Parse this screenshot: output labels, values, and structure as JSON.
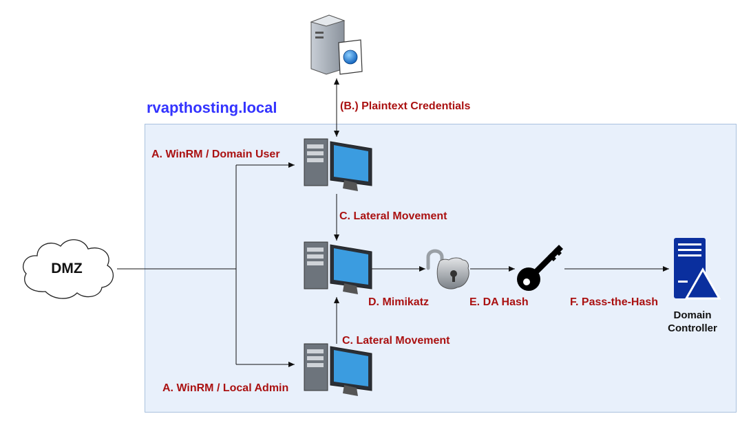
{
  "domain": {
    "title": "rvapthosting.local"
  },
  "nodes": {
    "dmz": {
      "label": "DMZ"
    },
    "domain_controller": {
      "label_line1": "Domain",
      "label_line2": "Controller"
    }
  },
  "edges": {
    "plaintext_credentials": "(B.) Plaintext Credentials",
    "winrm_domain_user": "A. WinRM / Domain User",
    "winrm_local_admin": "A. WinRM / Local Admin",
    "lateral_movement_top": "C. Lateral Movement",
    "lateral_movement_bottom": "C. Lateral Movement",
    "mimikatz": "D. Mimikatz",
    "da_hash": "E. DA Hash",
    "pass_the_hash": "F. Pass-the-Hash"
  },
  "colors": {
    "title": "#3333ff",
    "edge_label": "#aa1111",
    "domain_fill": "#e8f0fb",
    "dc_blue": "#0a2f9e"
  },
  "icons": {
    "server": "file-server-icon",
    "workstation": "workstation-icon",
    "lock": "open-padlock-icon",
    "key": "key-icon",
    "dc": "domain-controller-icon",
    "cloud": "cloud-icon"
  }
}
